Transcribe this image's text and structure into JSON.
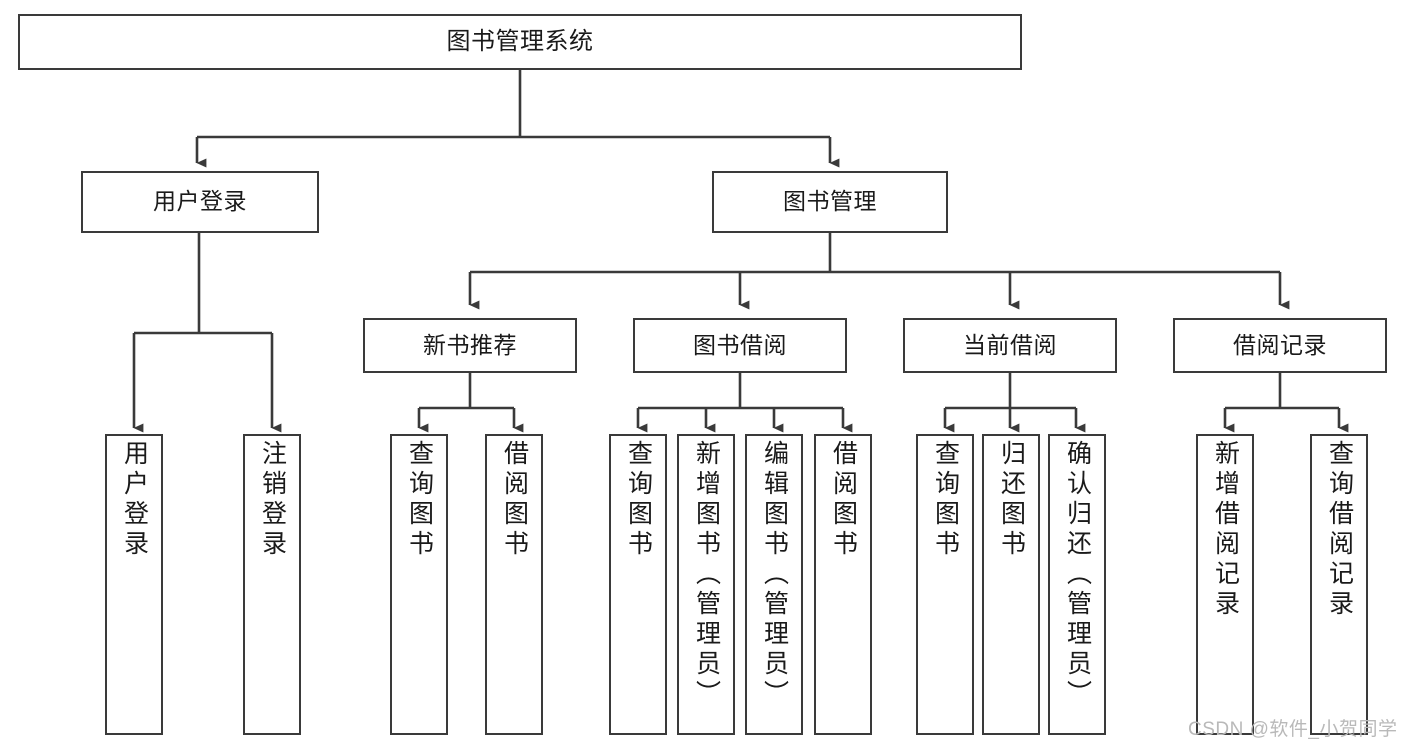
{
  "diagram": {
    "title": "图书管理系统",
    "type": "tree-hierarchy-diagram",
    "watermark": "CSDN @软件_小贺同学",
    "colors": {
      "stroke": "#3a3a3a",
      "fill": "#ffffff",
      "text": "#1a1a1a",
      "watermark": "#b9b9b9"
    }
  },
  "nodes": {
    "root": {
      "label": "图书管理系统"
    },
    "level1": [
      {
        "id": "user-login",
        "label": "用户登录"
      },
      {
        "id": "book-management",
        "label": "图书管理"
      }
    ],
    "level2": [
      {
        "id": "new-book-recommend",
        "label": "新书推荐"
      },
      {
        "id": "book-borrow",
        "label": "图书借阅"
      },
      {
        "id": "current-borrow",
        "label": "当前借阅"
      },
      {
        "id": "borrow-record",
        "label": "借阅记录"
      }
    ],
    "leaves": {
      "user_login": [
        {
          "id": "leaf-user-login",
          "label": "用户登录"
        },
        {
          "id": "leaf-logout-login",
          "label": "注销登录"
        }
      ],
      "new_book_recommend": [
        {
          "id": "leaf-query-book-1",
          "label": "查询图书"
        },
        {
          "id": "leaf-borrow-book-1",
          "label": "借阅图书"
        }
      ],
      "book_borrow": [
        {
          "id": "leaf-query-book-2",
          "label": "查询图书"
        },
        {
          "id": "leaf-add-book",
          "label": "新增图书（管理员）"
        },
        {
          "id": "leaf-edit-book",
          "label": "编辑图书（管理员）"
        },
        {
          "id": "leaf-borrow-book-2",
          "label": "借阅图书"
        }
      ],
      "current_borrow": [
        {
          "id": "leaf-query-book-3",
          "label": "查询图书"
        },
        {
          "id": "leaf-return-book",
          "label": "归还图书"
        },
        {
          "id": "leaf-confirm-return",
          "label": "确认归还（管理员）"
        }
      ],
      "borrow_record": [
        {
          "id": "leaf-add-record",
          "label": "新增借阅记录"
        },
        {
          "id": "leaf-query-record",
          "label": "查询借阅记录"
        }
      ]
    }
  }
}
